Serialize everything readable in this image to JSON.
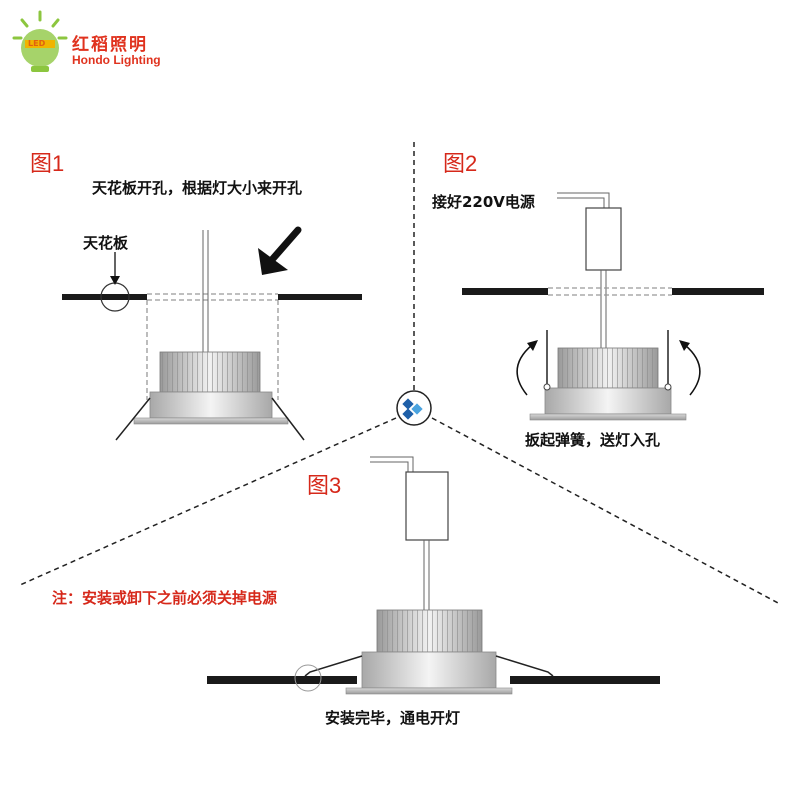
{
  "brand": {
    "name_cn": "红稻照明",
    "name_en": "Hondo Lighting",
    "logo_text": "LED",
    "accent_color": "#e0321e"
  },
  "figures": [
    {
      "label": "图1",
      "caption": "天花板开孔，根据灯大小来开孔",
      "callout": "天花板"
    },
    {
      "label": "图2",
      "caption_top": "接好220V电源",
      "caption_bottom": "扳起弹簧，送灯入孔"
    },
    {
      "label": "图3",
      "caption": "安装完毕，通电开灯"
    }
  ],
  "note": "注：安装或卸下之前必须关掉电源",
  "colors": {
    "figure_label": "#d6281a",
    "note": "#d6281a",
    "ceiling": "#1a1a1a",
    "center_badge": "#1e5fa8"
  }
}
